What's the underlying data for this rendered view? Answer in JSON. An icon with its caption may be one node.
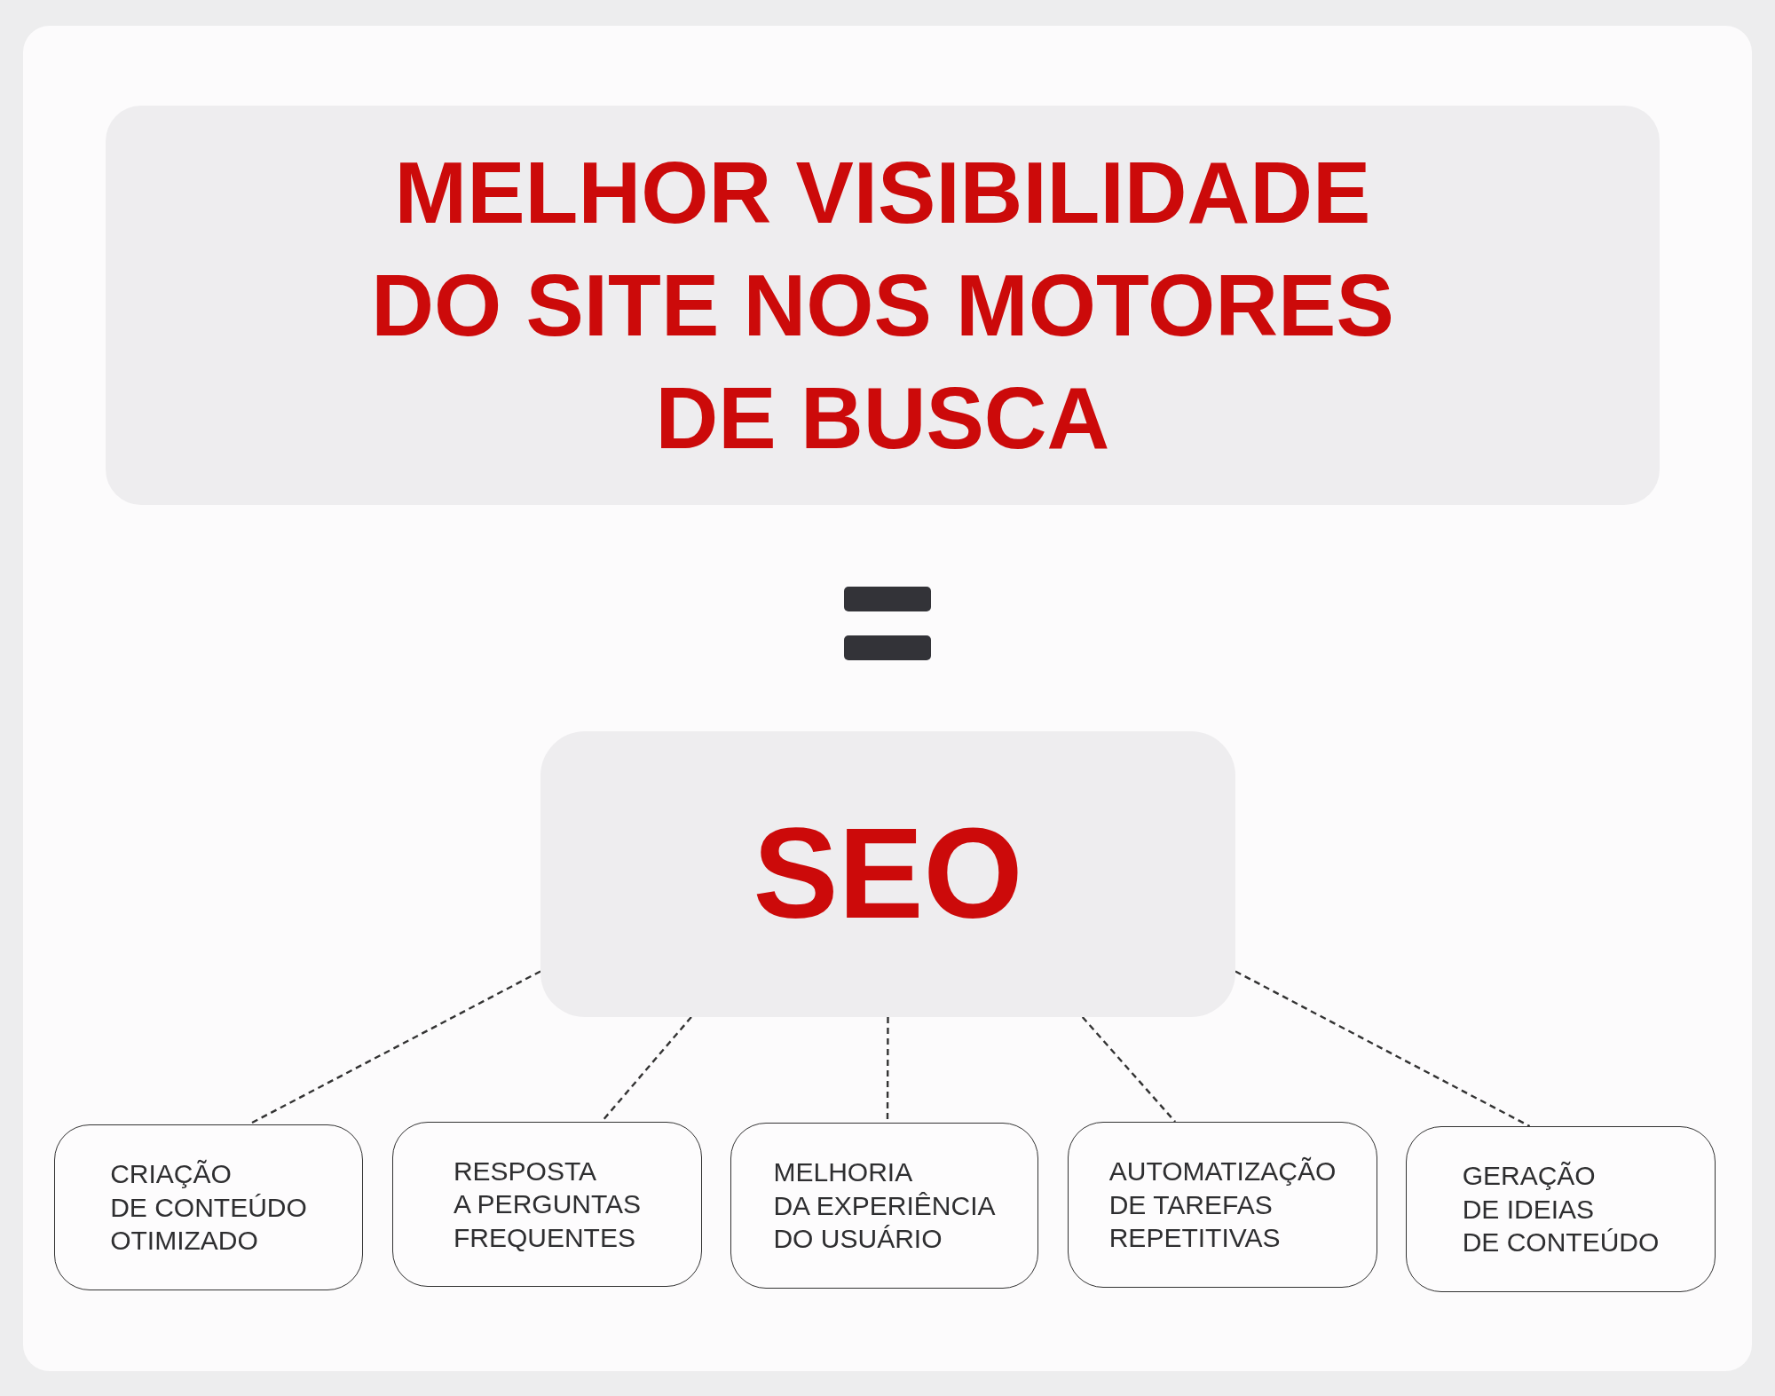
{
  "diagram": {
    "nodes": [
      {
        "text": [
          "MELHOR VISIBILIDADE DO SITE NOS MOTORES DE BUSCA"
        ]
      },
      {
        "text": [
          "SEO"
        ]
      },
      {
        "text": [
          "CRIAÇÃO DE CONTEÚDO OTIMIZADO"
        ]
      },
      {
        "text": [
          "RESPOSTA A PERGUNTAS FREQUENTES"
        ]
      },
      {
        "text": [
          "MELHORIA DA EXPERIÊNCIA DO USUÁRIO"
        ]
      },
      {
        "text": [
          "AUTOMATIZAÇÃO DE TAREFAS REPETITIVAS"
        ]
      },
      {
        "text": [
          "GERAÇÃO DE IDEIAS DE CONTEÚDO"
        ]
      }
    ],
    "edges": [
      {
        "from": 1,
        "to": 2,
        "arrow": "none",
        "style": "dashed"
      },
      {
        "from": 1,
        "to": 3,
        "arrow": "none",
        "style": "dashed"
      },
      {
        "from": 1,
        "to": 4,
        "arrow": "none",
        "style": "dashed"
      },
      {
        "from": 1,
        "to": 5,
        "arrow": "none",
        "style": "dashed"
      },
      {
        "from": 1,
        "to": 6,
        "arrow": "none",
        "style": "dashed"
      }
    ]
  }
}
